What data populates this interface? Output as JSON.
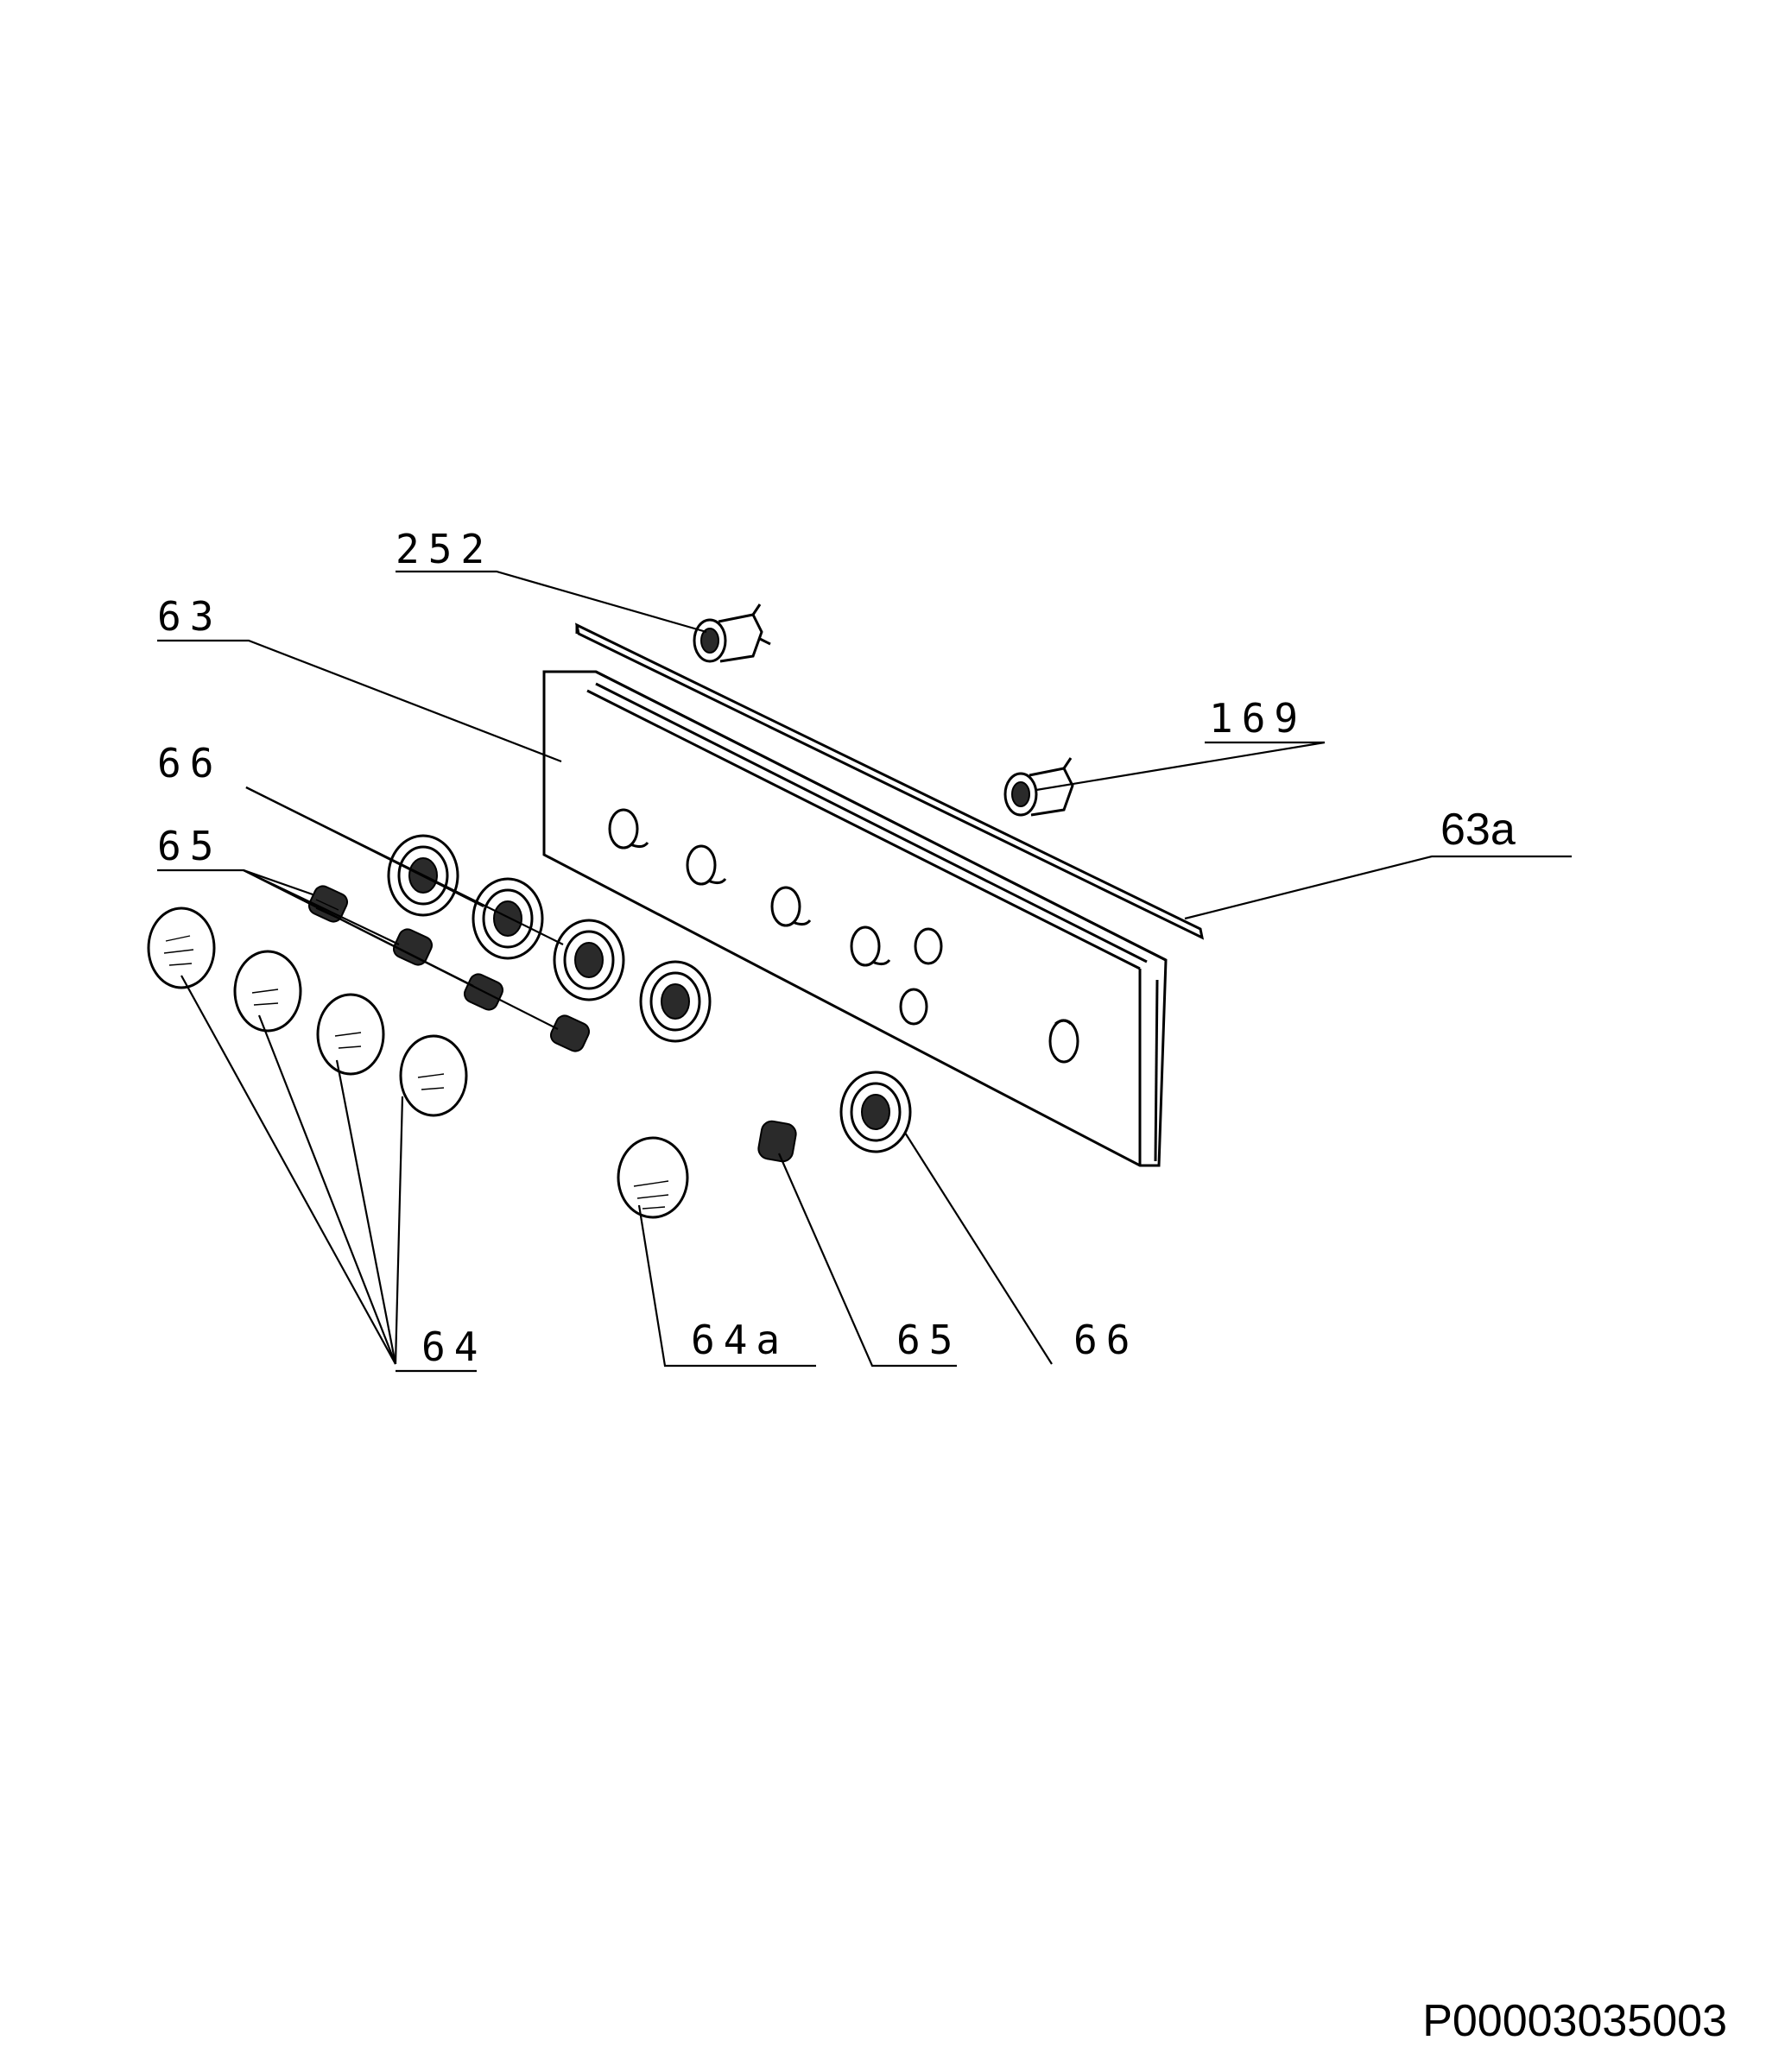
{
  "labels": {
    "l252": "252",
    "l63": "63",
    "l169": "169",
    "l63a": "63a",
    "l66_top": "66",
    "l65_top": "65",
    "l64": "64",
    "l64a": "64a",
    "l65_bottom": "65",
    "l66_bottom": "66"
  },
  "reference_code": "P00003035003"
}
